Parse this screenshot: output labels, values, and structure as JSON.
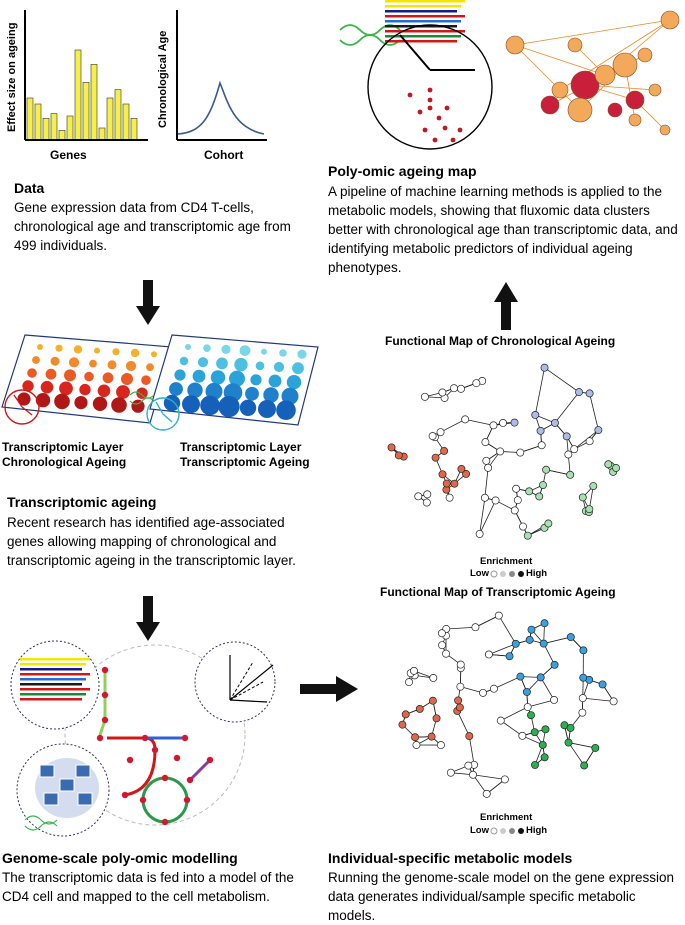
{
  "data_section": {
    "bar_chart": {
      "ylabel": "Effect size on ageing",
      "xlabel": "Genes"
    },
    "curve_chart": {
      "ylabel": "Chronological Age",
      "xlabel": "Cohort"
    },
    "title": "Data",
    "text": "Gene expression data from CD4 T-cells, chronological age and transcriptomic age from 499 individuals."
  },
  "transcriptomic_section": {
    "layer1_label": "Transcriptomic Layer\nChronological Ageing",
    "layer2_label": "Transcriptomic Layer\nTranscriptomic Ageing",
    "title": "Transcriptomic ageing",
    "text": "Recent research has identified age-associated genes allowing mapping of chronological and transcriptomic ageing in the transcriptomic layer."
  },
  "genome_section": {
    "title": "Genome-scale poly-omic modelling",
    "text": "The transcriptomic data is fed into a model of the CD4 cell and mapped to the cell metabolism."
  },
  "polyomic_section": {
    "title": "Poly-omic ageing map",
    "text": "A pipeline of machine learning methods is applied to the metabolic models, showing that fluxomic data clusters better with chronological age than transcriptomic data, and identifying metabolic predictors of individual ageing phenotypes."
  },
  "functional_maps": {
    "chronological_title": "Functional Map of Chronological Ageing",
    "transcriptomic_title": "Functional Map of Transcriptomic Ageing",
    "legend_title": "Enrichment",
    "legend_low": "Low",
    "legend_high": "High"
  },
  "individual_section": {
    "title": "Individual-specific metabolic models",
    "text": "Running the genome-scale model on the gene expression data generates individual/sample specific metabolic models."
  },
  "colors": {
    "bar": "#f5ef4a",
    "curve": "#3a5a8c",
    "arrow": "#111111"
  }
}
